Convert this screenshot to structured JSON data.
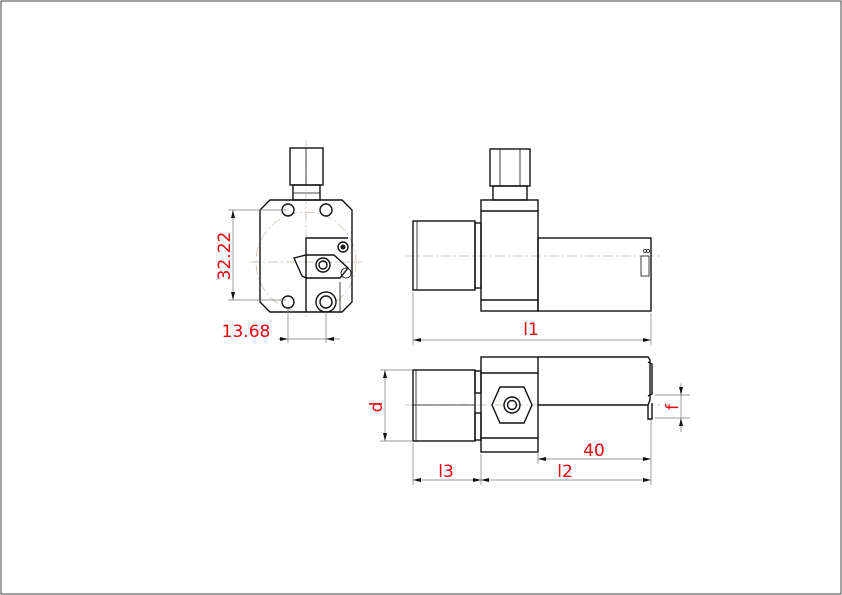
{
  "drawing": {
    "title": "Tool holder technical drawing",
    "colors": {
      "dimension_text": "#e8000b",
      "outline": "#111111",
      "centerline": "#c9b8a8"
    },
    "dimensions": {
      "height": "32.22",
      "offset": "13.68",
      "l1": "l1",
      "d": "d",
      "f": "f",
      "forty": "40",
      "l3": "l3",
      "l2": "l2"
    }
  }
}
